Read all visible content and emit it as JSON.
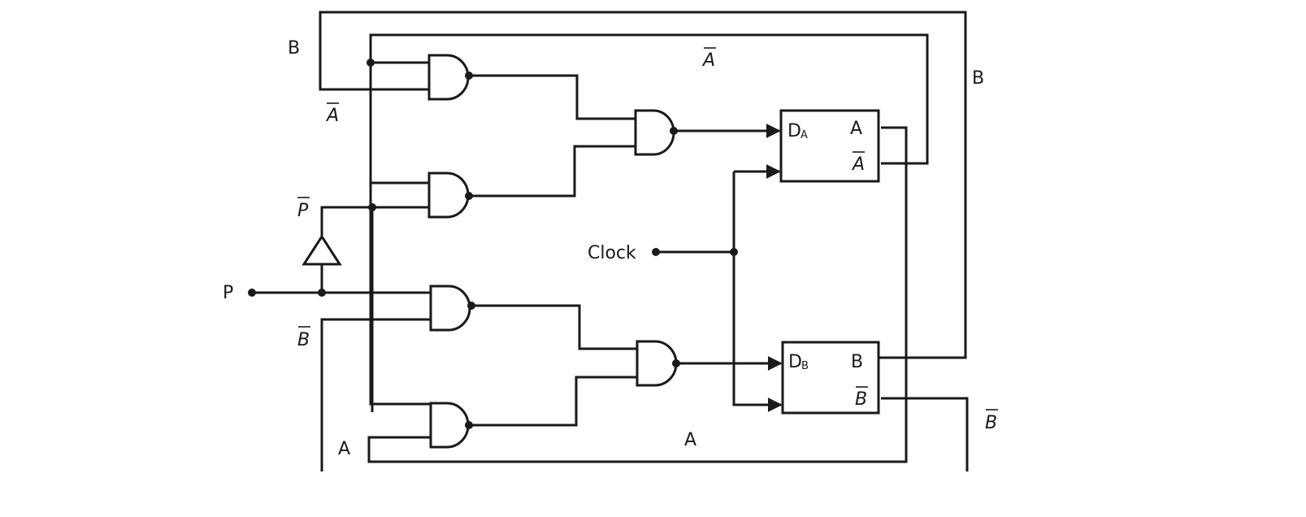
{
  "labels": {
    "b_top_left": "B",
    "a_bar_top_left": "A",
    "a_bar_top_center": "A",
    "b_right": "B",
    "p_bar": "P",
    "p_input": "P",
    "b_bar_left": "B",
    "clock": "Clock",
    "a_bottom_left": "A",
    "a_bottom_center": "A",
    "b_bar_right": "B"
  },
  "flipflops": {
    "a": {
      "d": "D",
      "d_sub": "A",
      "q": "A",
      "q_bar": "A"
    },
    "b": {
      "d": "D",
      "d_sub": "B",
      "q": "B",
      "q_bar": "B"
    }
  }
}
